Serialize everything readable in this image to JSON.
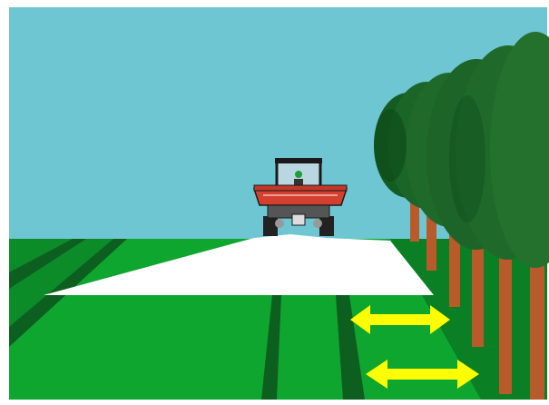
{
  "scene": {
    "description_visible_text": "",
    "colors": {
      "sky": "#6ec6d2",
      "field_light": "#0fa630",
      "field_dark": "#0a7f24",
      "tramline": "#0d5f20",
      "spread_pattern": "#ffffff",
      "arrow": "#ffff00",
      "tree_canopy": "#1f6a2a",
      "tree_canopy_dark": "#0e4a18",
      "trunk": "#b85a2a",
      "tractor_body": "#c0392b",
      "tractor_frame": "#1a1a1a"
    },
    "objects": {
      "tractor": "tractor-with-fertilizer-spreader",
      "spread": "spread-pattern",
      "arrows": [
        "boundary-distance-arrow-upper",
        "boundary-distance-arrow-lower"
      ],
      "trees": "tree-row-field-boundary"
    }
  }
}
